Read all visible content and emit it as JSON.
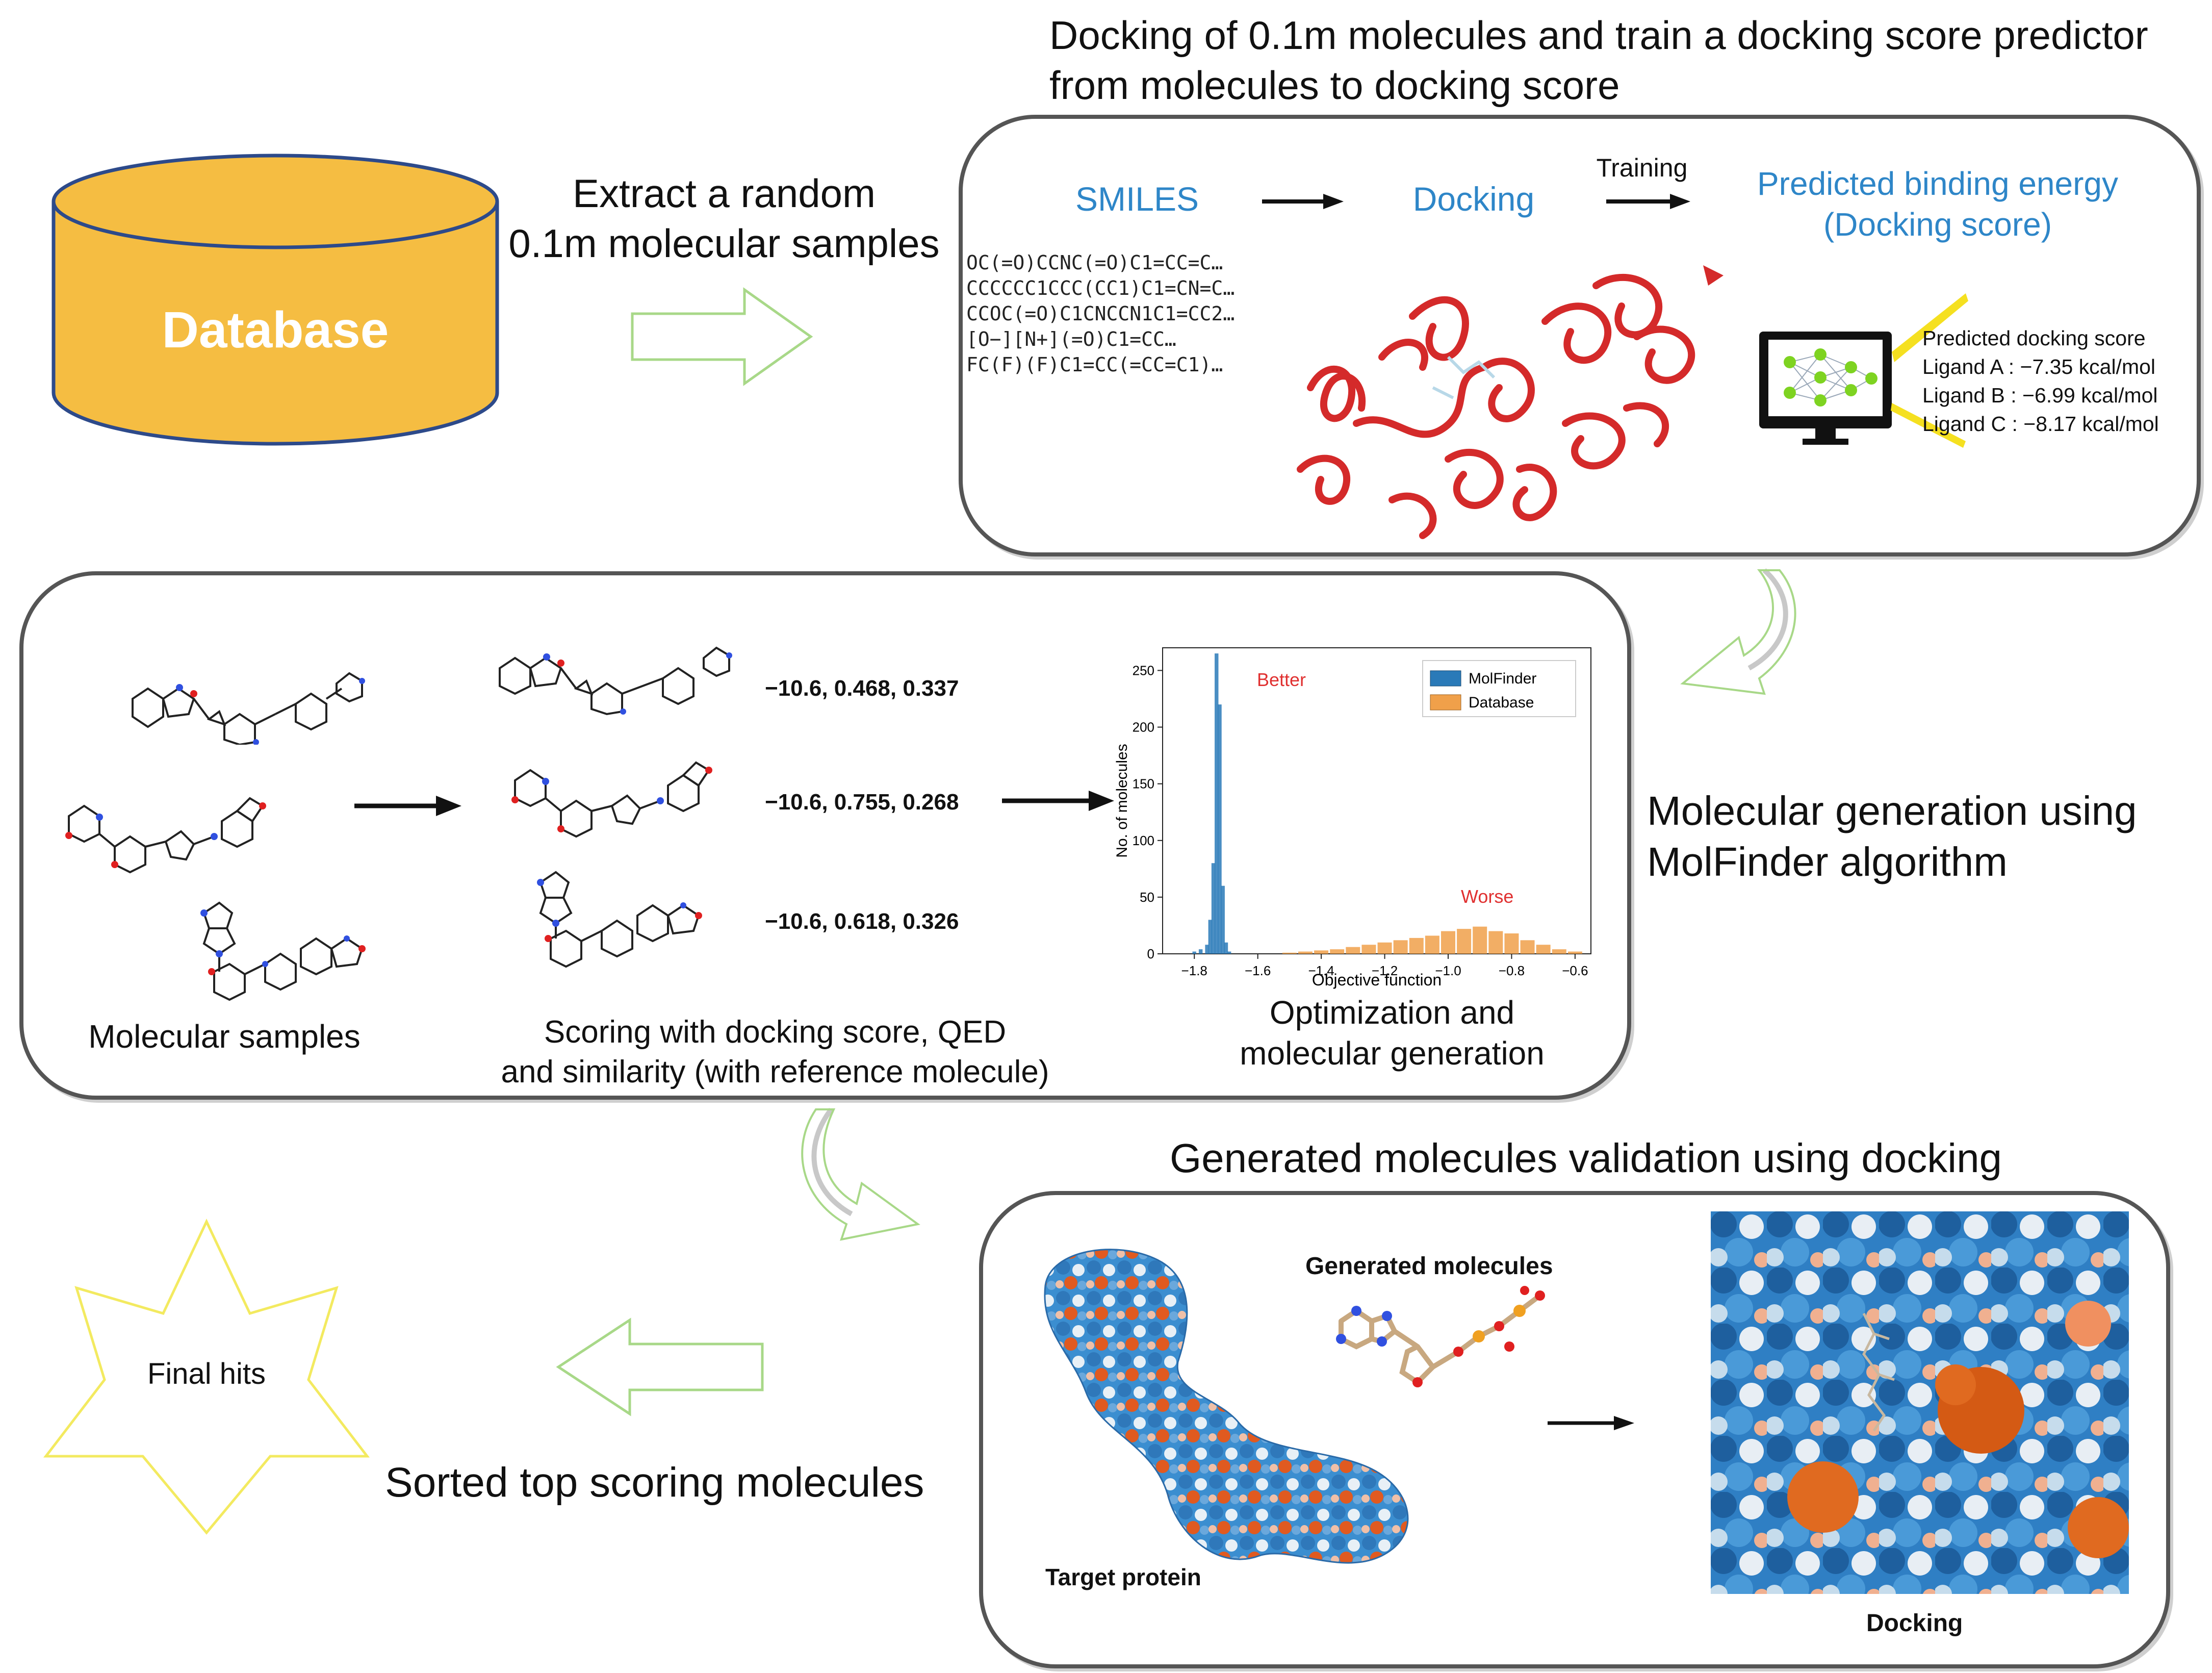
{
  "top_title": {
    "line1": "Docking of 0.1m molecules and train a docking score predictor",
    "line2": "from molecules to docking score"
  },
  "database": {
    "label": "Database",
    "color": "#f5bd42",
    "border": "#2d4a8a"
  },
  "extract": {
    "line1": "Extract a random",
    "line2": "0.1m molecular samples"
  },
  "panel1": {
    "smiles_label": "SMILES",
    "docking_label": "Docking",
    "training_label": "Training",
    "predicted_line1": "Predicted binding energy",
    "predicted_line2": "(Docking score)",
    "smiles": [
      "OC(=O)CCNC(=O)C1=CC=C…",
      "CCCCCC1CCC(CC1)C1=CN=C…",
      "CCOC(=O)C1CNCCN1C1=CC2…",
      "[O−][N+](=O)C1=CC…",
      "FC(F)(F)C1=CC(=CC=C1)…"
    ],
    "score_title": "Predicted docking score",
    "scores": [
      "Ligand A : −7.35 kcal/mol",
      "Ligand B : −6.99 kcal/mol",
      "Ligand C : −8.17 kcal/mol"
    ]
  },
  "panel2": {
    "samples_label": "Molecular samples",
    "scoring_line1": "Scoring with docking score, QED",
    "scoring_line2": "and similarity (with reference molecule)",
    "opt_line1": "Optimization and",
    "opt_line2": "molecular generation",
    "score_rows": [
      "−10.6, 0.468, 0.337",
      "−10.6, 0.755, 0.268",
      "−10.6, 0.618, 0.326"
    ]
  },
  "molgen": {
    "line1": "Molecular generation using",
    "line2": "MolFinder algorithm"
  },
  "panel3": {
    "title": "Generated molecules validation using docking",
    "generated_label": "Generated molecules",
    "target_label": "Target protein",
    "docking_label": "Docking"
  },
  "sorted_label": "Sorted top scoring molecules",
  "final_hits": "Final hits",
  "chart_data": {
    "type": "bar",
    "xlabel": "Objective function",
    "ylabel": "No. of molecules",
    "xlim": [
      -1.9,
      -0.55
    ],
    "ylim": [
      0,
      270
    ],
    "xticks": [
      -1.8,
      -1.6,
      -1.4,
      -1.2,
      -1.0,
      -0.8,
      -0.6
    ],
    "yticks": [
      0,
      50,
      100,
      150,
      200,
      250
    ],
    "legend_position": "top-right",
    "annotations": [
      {
        "text": "Better",
        "color": "#e03030"
      },
      {
        "text": "Worse",
        "color": "#e03030"
      }
    ],
    "series": [
      {
        "name": "MolFinder",
        "color": "#2a7ab8",
        "x": [
          -1.8,
          -1.78,
          -1.76,
          -1.75,
          -1.74,
          -1.73,
          -1.72,
          -1.71,
          -1.7,
          -1.69
        ],
        "values": [
          2,
          4,
          8,
          30,
          80,
          265,
          220,
          60,
          10,
          2
        ]
      },
      {
        "name": "Database",
        "color": "#f0a04a",
        "x": [
          -1.5,
          -1.45,
          -1.4,
          -1.35,
          -1.3,
          -1.25,
          -1.2,
          -1.15,
          -1.1,
          -1.05,
          -1.0,
          -0.95,
          -0.9,
          -0.85,
          -0.8,
          -0.75,
          -0.7,
          -0.65,
          -0.6
        ],
        "values": [
          1,
          2,
          3,
          4,
          6,
          8,
          10,
          12,
          14,
          16,
          20,
          22,
          24,
          20,
          18,
          12,
          8,
          4,
          2
        ]
      }
    ]
  }
}
